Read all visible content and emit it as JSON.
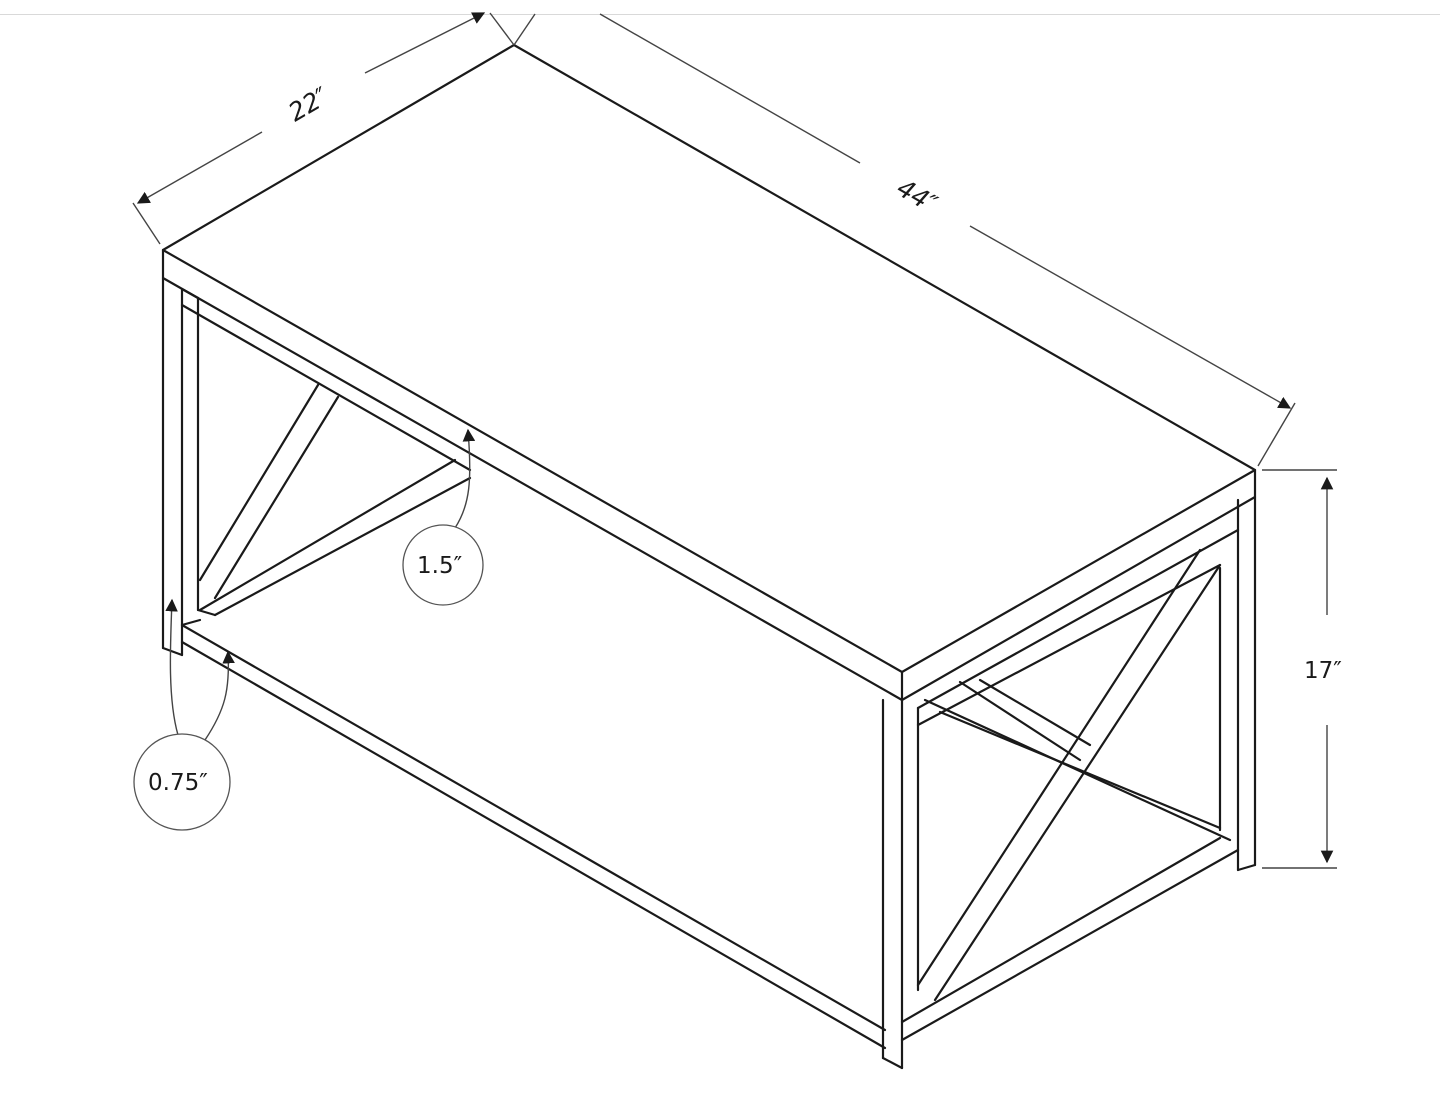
{
  "diagram": {
    "dimensions": {
      "depth": "22″",
      "length": "44″",
      "height": "17″",
      "top_thickness": "1.5″",
      "frame_thickness": "0.75″"
    },
    "colors": {
      "line": "#1a1a1a",
      "dimension": "#444444",
      "background": "#ffffff"
    }
  }
}
